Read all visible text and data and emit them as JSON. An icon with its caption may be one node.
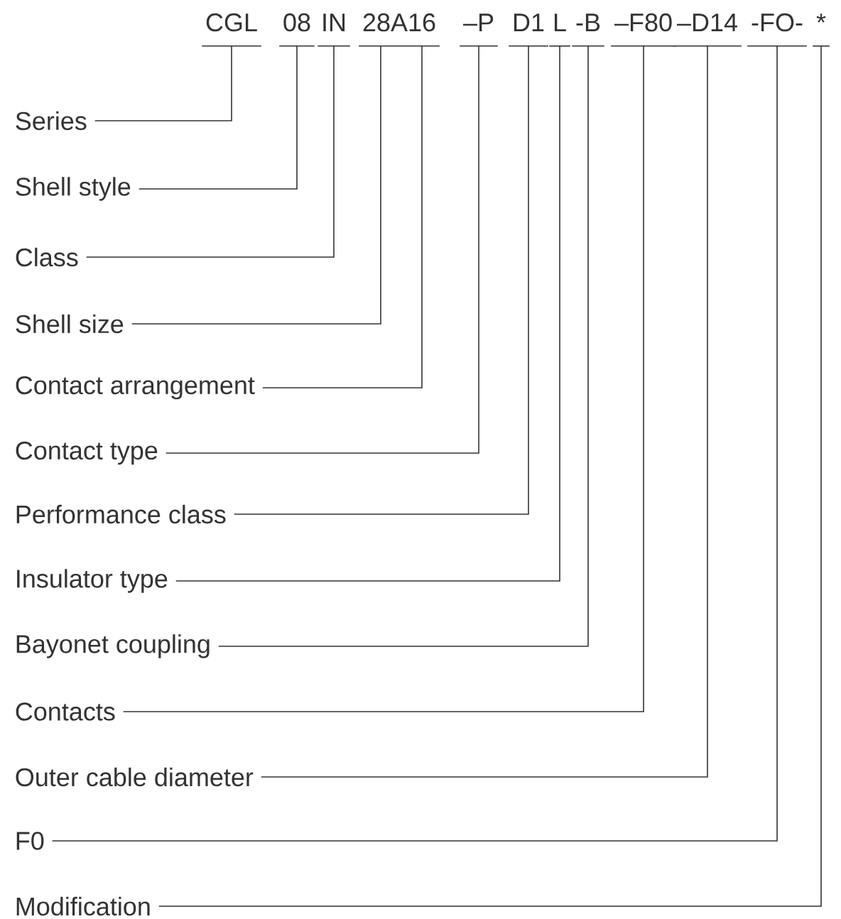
{
  "diagram": {
    "nodes": [
      {
        "text": [
          "CGL"
        ]
      },
      {
        "text": [
          "08"
        ]
      },
      {
        "text": [
          "IN"
        ]
      },
      {
        "text": [
          "28A16"
        ]
      },
      {
        "text": [
          "–P"
        ]
      },
      {
        "text": [
          "D1"
        ]
      },
      {
        "text": [
          "L"
        ]
      },
      {
        "text": [
          "-B"
        ]
      },
      {
        "text": [
          "–F80"
        ]
      },
      {
        "text": [
          "–D14"
        ]
      },
      {
        "text": [
          "-FO-"
        ]
      },
      {
        "text": [
          "*"
        ]
      },
      {
        "text": [
          "Series"
        ]
      },
      {
        "text": [
          "Shell style"
        ]
      },
      {
        "text": [
          "Class"
        ]
      },
      {
        "text": [
          "Shell size"
        ]
      },
      {
        "text": [
          "Contact arrangement"
        ]
      },
      {
        "text": [
          "Contact type"
        ]
      },
      {
        "text": [
          "Performance class"
        ]
      },
      {
        "text": [
          "Insulator type"
        ]
      },
      {
        "text": [
          "Bayonet coupling"
        ]
      },
      {
        "text": [
          "Contacts"
        ]
      },
      {
        "text": [
          "Outer cable diameter"
        ]
      },
      {
        "text": [
          "F0"
        ]
      },
      {
        "text": [
          "Modification"
        ]
      }
    ],
    "edges": [
      {
        "from": 12,
        "to": 0,
        "arrow": "none"
      },
      {
        "from": 13,
        "to": 1,
        "arrow": "none"
      },
      {
        "from": 14,
        "to": 2,
        "arrow": "none"
      },
      {
        "from": 15,
        "to": 3,
        "arrow": "none"
      },
      {
        "from": 16,
        "to": 3,
        "arrow": "none"
      },
      {
        "from": 17,
        "to": 4,
        "arrow": "none"
      },
      {
        "from": 18,
        "to": 5,
        "arrow": "none"
      },
      {
        "from": 19,
        "to": 6,
        "arrow": "none"
      },
      {
        "from": 20,
        "to": 7,
        "arrow": "none"
      },
      {
        "from": 21,
        "to": 8,
        "arrow": "none"
      },
      {
        "from": 22,
        "to": 9,
        "arrow": "none"
      },
      {
        "from": 23,
        "to": 10,
        "arrow": "none"
      },
      {
        "from": 24,
        "to": 11,
        "arrow": "none"
      }
    ]
  }
}
